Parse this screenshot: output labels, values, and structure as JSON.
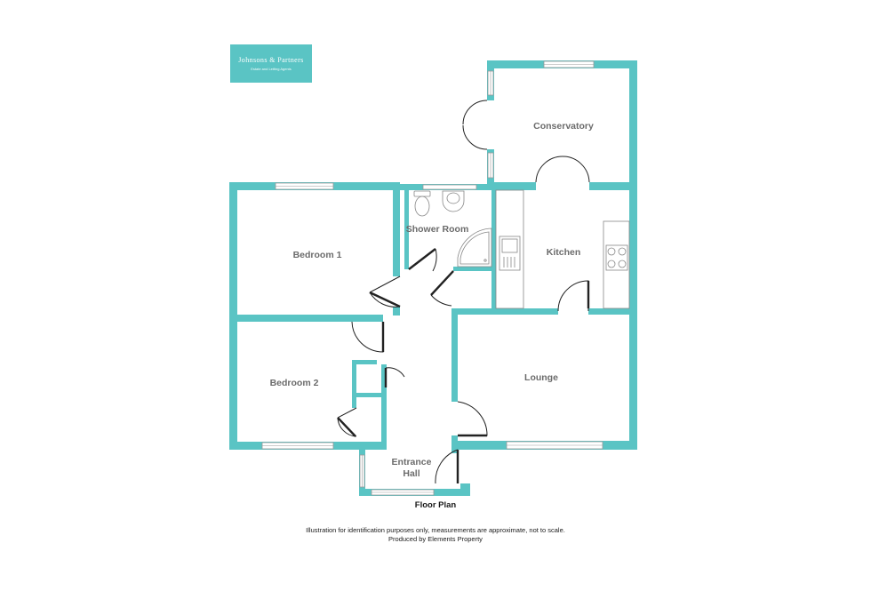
{
  "brand": {
    "name": "Johnsons & Partners",
    "tagline": "Estate and Letting Agents",
    "color": "#5ac4c4"
  },
  "plan": {
    "title": "Floor Plan",
    "disclaimer_line1": "Illustration for identification purposes only, measurements are approximate, not to scale.",
    "disclaimer_line2": "Produced by Elements Property",
    "wall_color": "#5ac4c4",
    "fixture_color": "#888888"
  },
  "rooms": {
    "conservatory": "Conservatory",
    "shower_room": "Shower Room",
    "kitchen": "Kitchen",
    "bedroom1": "Bedroom 1",
    "bedroom2": "Bedroom 2",
    "lounge": "Lounge",
    "entrance_line1": "Entrance",
    "entrance_line2": "Hall"
  }
}
